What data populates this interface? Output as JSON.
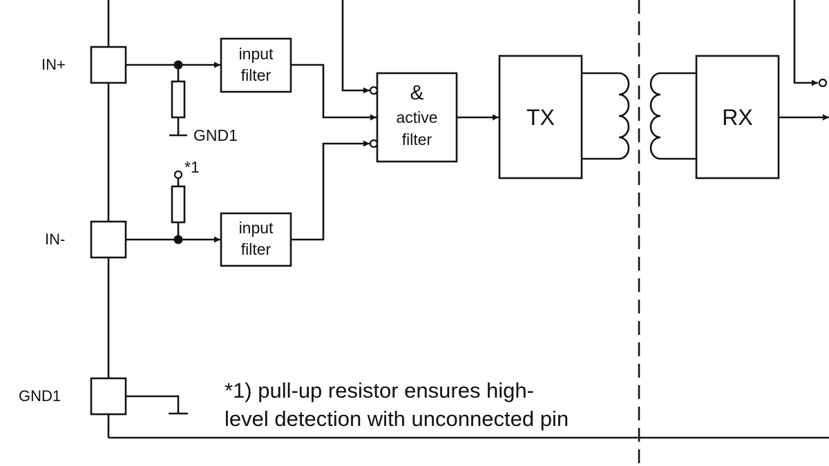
{
  "pins": {
    "in_plus": "IN+",
    "in_minus": "IN-",
    "gnd1": "GND1"
  },
  "input_filter_top": {
    "line1": "input",
    "line2": "filter"
  },
  "input_filter_bottom": {
    "line1": "input",
    "line2": "filter"
  },
  "and_gate": {
    "symbol": "&",
    "line1": "active",
    "line2": "filter"
  },
  "tx": "TX",
  "rx": "RX",
  "gnd_label": "GND1",
  "pullup_marker": "*1",
  "footnote": {
    "line1": "*1) pull-up resistor ensures high-",
    "line2": "level detection with unconnected pin"
  }
}
